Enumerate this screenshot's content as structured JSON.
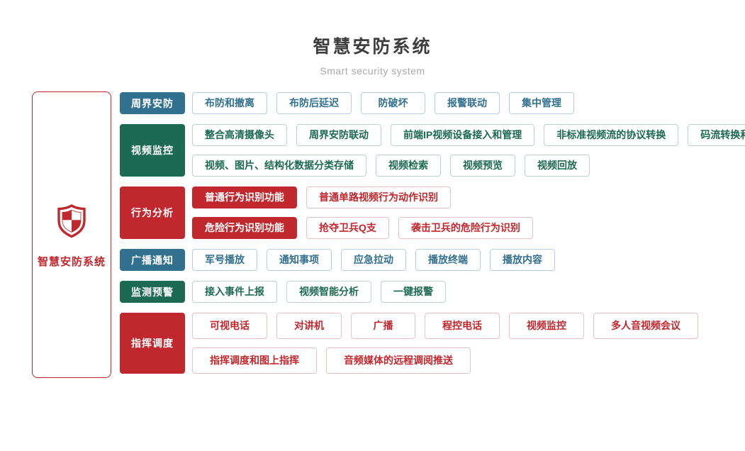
{
  "header": {
    "title": "智慧安防系统",
    "subtitle": "Smart security system"
  },
  "root": {
    "label": "智慧安防系统",
    "icon": "shield-icon"
  },
  "colors": {
    "blue": "#31708f",
    "green": "#1d6a52",
    "red": "#c1282e",
    "root_border": "#c1282e",
    "title_text": "#3d3d3d",
    "subtitle_text": "#a9a9a9"
  },
  "groups": [
    {
      "label": "周界安防",
      "color": "blue",
      "rows": [
        [
          {
            "text": "布防和撤离"
          },
          {
            "text": "布防后延迟"
          },
          {
            "text": "防破坏"
          },
          {
            "text": "报警联动"
          },
          {
            "text": "集中管理"
          }
        ]
      ]
    },
    {
      "label": "视频监控",
      "color": "green",
      "rows": [
        [
          {
            "text": "整合高清摄像头"
          },
          {
            "text": "周界安防联动"
          },
          {
            "text": "前端IP视频设备接入和管理"
          },
          {
            "text": "非标准视频流的协议转换"
          },
          {
            "text": "码流转换和接口转换"
          }
        ],
        [
          {
            "text": "视频、图片、结构化数据分类存储"
          },
          {
            "text": "视频检索"
          },
          {
            "text": "视频预览"
          },
          {
            "text": "视频回放"
          }
        ]
      ]
    },
    {
      "label": "行为分析",
      "color": "red",
      "rows": [
        [
          {
            "text": "普通行为识别功能",
            "filled": true
          },
          {
            "text": "普通单路视频行为动作识别"
          }
        ],
        [
          {
            "text": "危险行为识别功能",
            "filled": true
          },
          {
            "text": "抢夺卫兵Q支"
          },
          {
            "text": "袭击卫兵的危险行为识别"
          }
        ]
      ]
    },
    {
      "label": "广播通知",
      "color": "blue",
      "rows": [
        [
          {
            "text": "军号播放"
          },
          {
            "text": "通知事项"
          },
          {
            "text": "应急拉动"
          },
          {
            "text": "播放终端"
          },
          {
            "text": "播放内容"
          }
        ]
      ]
    },
    {
      "label": "监测预警",
      "color": "green",
      "rows": [
        [
          {
            "text": "接入事件上报"
          },
          {
            "text": "视频智能分析"
          },
          {
            "text": "一键报警"
          }
        ]
      ]
    },
    {
      "label": "指挥调度",
      "color": "red",
      "tall": true,
      "rows": [
        [
          {
            "text": "可视电话"
          },
          {
            "text": "对讲机"
          },
          {
            "text": "广播"
          },
          {
            "text": "程控电话"
          },
          {
            "text": "视频监控"
          },
          {
            "text": "多人音视频会议"
          }
        ],
        [
          {
            "text": "指挥调度和图上指挥"
          },
          {
            "text": "音频媒体的远程调阅推送"
          }
        ]
      ]
    }
  ]
}
